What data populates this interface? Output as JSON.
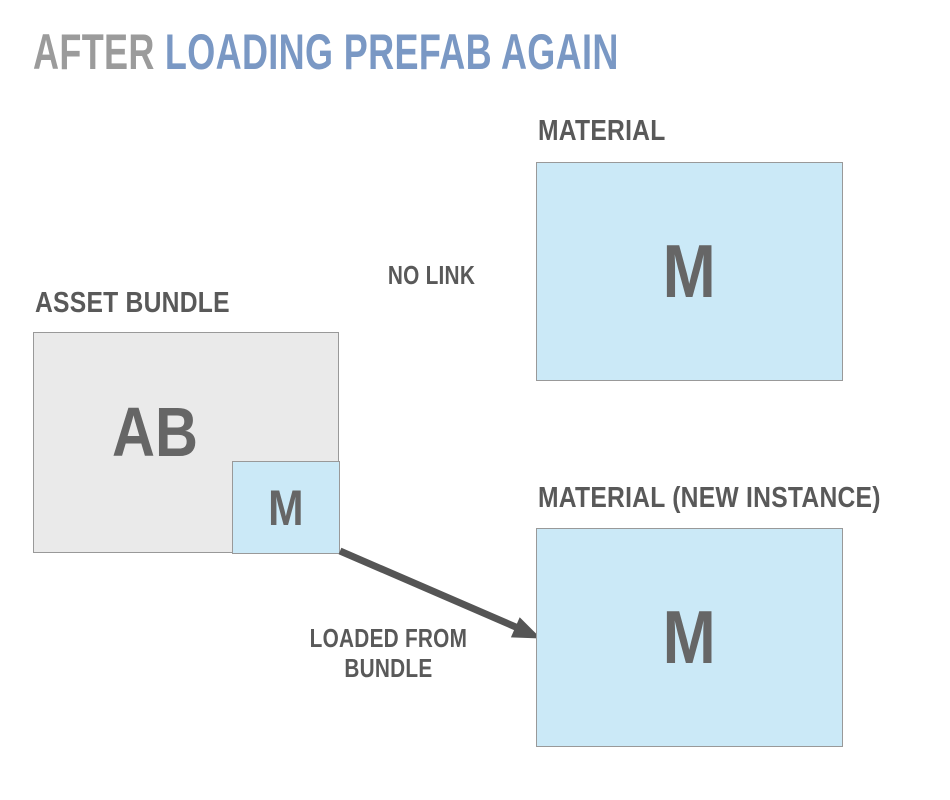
{
  "title": {
    "prefix": "AFTER",
    "rest": "LOADING PREFAB AGAIN"
  },
  "material": {
    "label": "MATERIAL",
    "letter": "M"
  },
  "asset_bundle": {
    "label": "ASSET BUNDLE",
    "letter": "AB",
    "bundled_material_letter": "M"
  },
  "material_new_instance": {
    "label": "MATERIAL (NEW INSTANCE)",
    "letter": "M"
  },
  "annotations": {
    "no_link": "NO LINK",
    "loaded_from_bundle": "LOADED FROM\nBUNDLE"
  },
  "colors": {
    "background": "#ffffff",
    "title_prefix_text": "#9b9b9b",
    "title_accent_text": "#7a98c4",
    "label_text": "#595959",
    "letter_text": "#666666",
    "box_blue_fill": "#cbe9f7",
    "box_gray_fill": "#eaeaea",
    "box_border": "#999999",
    "arrow": "#555555"
  }
}
